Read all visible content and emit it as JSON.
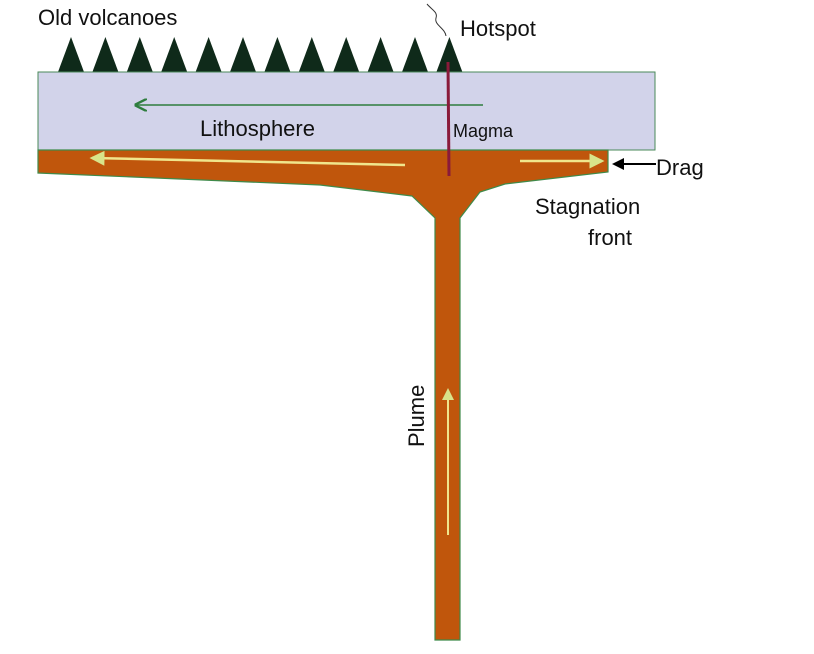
{
  "labels": {
    "old_volcanoes": "Old volcanoes",
    "hotspot": "Hotspot",
    "lithosphere": "Lithosphere",
    "magma": "Magma",
    "drag": "Drag",
    "stagnation": "Stagnation",
    "front": "front",
    "plume": "Plume"
  },
  "volcano_count": 12,
  "colors": {
    "lithosphere": "#d2d3ea",
    "plume": "#c0560c",
    "outline": "#3f8a4a",
    "flow_arrow": "#f0e68c",
    "plate_arrow": "#2e7d3e",
    "magma": "#8a1a3a",
    "volcano": "#0f2a1a"
  }
}
